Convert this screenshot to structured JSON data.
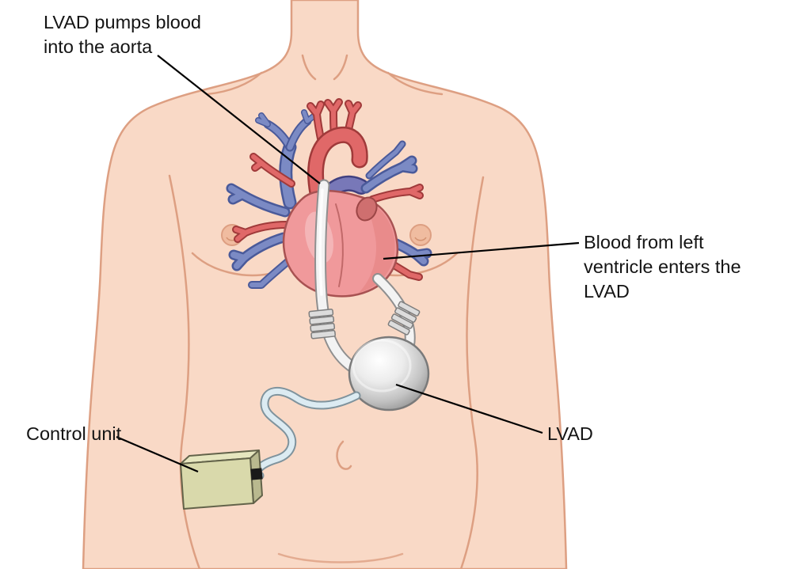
{
  "labels": {
    "pump_aorta": {
      "lines": [
        "LVAD pumps blood",
        "into the aorta"
      ]
    },
    "ventricle": {
      "lines": [
        "Blood from left",
        "ventricle enters the",
        "LVAD"
      ]
    },
    "lvad": {
      "lines": [
        "LVAD"
      ]
    },
    "control_unit": {
      "lines": [
        "Control unit"
      ]
    }
  },
  "colors": {
    "background": "#ffffff",
    "skin": "#f9d9c6",
    "skin_outline": "#dd9f82",
    "heart": "#f0999b",
    "artery_red": "#e06868",
    "vein_blue": "#7b8ac4",
    "cannula": "#f3f3f3",
    "driveline": "#dcebf2",
    "control_unit_body": "#d9d9ab",
    "label_text": "#141414",
    "leader_line": "#000000"
  }
}
